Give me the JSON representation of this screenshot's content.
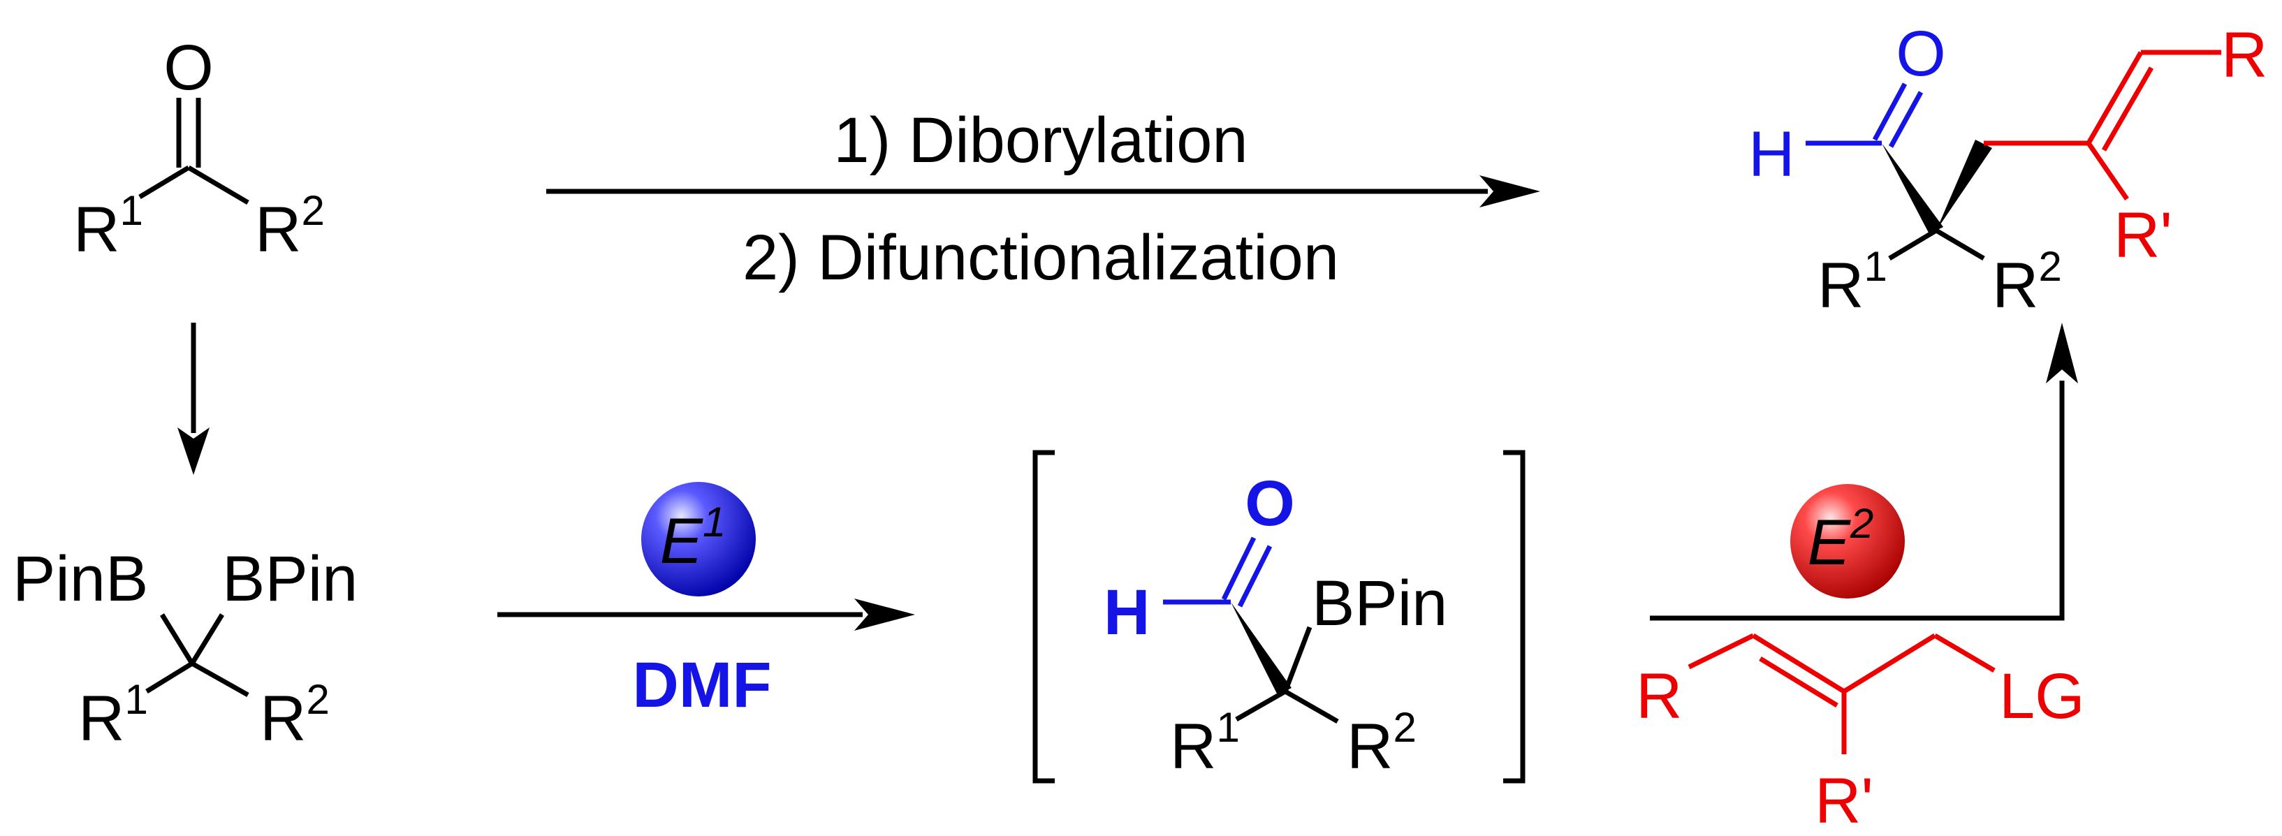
{
  "colors": {
    "black": "#000000",
    "blue": "#1414e6",
    "red": "#ee0000"
  },
  "arrow_top": {
    "step1": "1) Diborylation",
    "step2": "2) Difunctionalization"
  },
  "arrow_mid": {
    "catalyst_sup": "1",
    "catalyst_label": "E",
    "reagent": "DMF"
  },
  "arrow_right": {
    "catalyst_label": "E",
    "catalyst_sup": "2"
  },
  "ketone": {
    "oxygen": "O",
    "r1": "R",
    "r1_sup": "1",
    "r2": "R",
    "r2_sup": "2"
  },
  "diboronate": {
    "bpin_left": "PinB",
    "bpin_right": "BPin",
    "r1": "R",
    "r1_sup": "1",
    "r2": "R",
    "r2_sup": "2"
  },
  "intermediate": {
    "oxygen": "O",
    "hydrogen": "H",
    "bpin": "BPin",
    "r1": "R",
    "r1_sup": "1",
    "r2": "R",
    "r2_sup": "2"
  },
  "product": {
    "oxygen": "O",
    "hydrogen": "H",
    "r": "R",
    "r_prime": "R'",
    "r1": "R",
    "r1_sup": "1",
    "r2": "R",
    "r2_sup": "2"
  },
  "allyl_reagent": {
    "r": "R",
    "r_prime": "R'",
    "leaving_group": "LG"
  }
}
